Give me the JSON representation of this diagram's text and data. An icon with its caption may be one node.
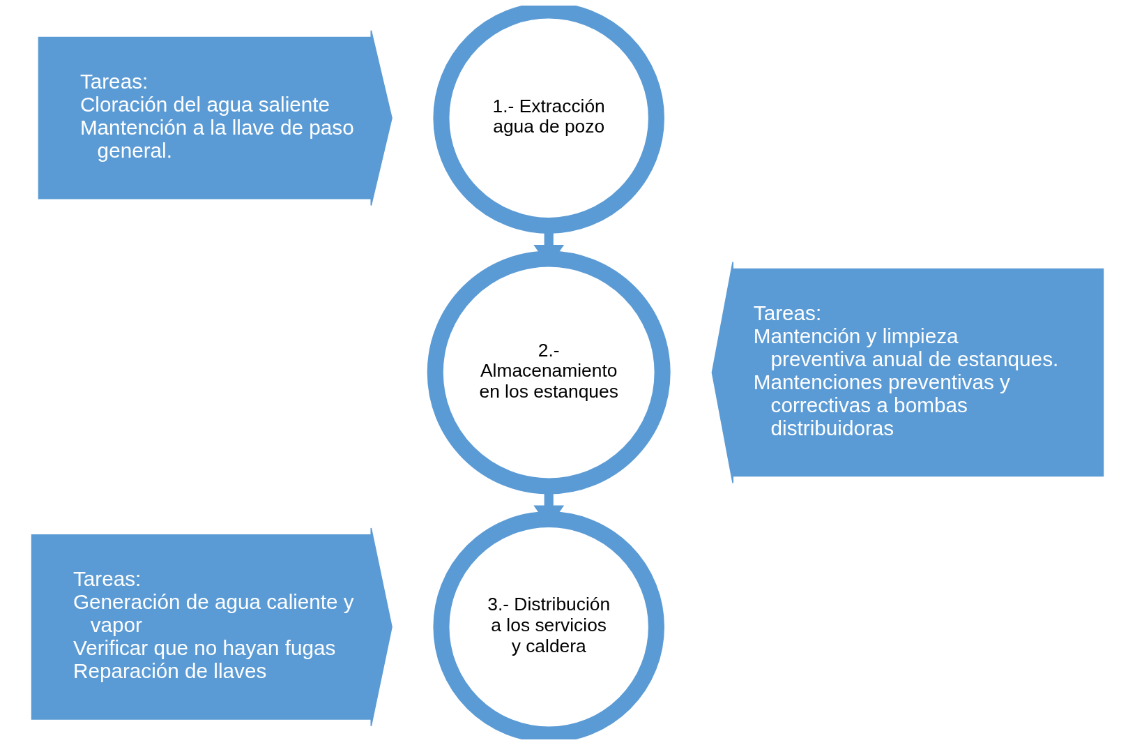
{
  "diagram": {
    "nodes": [
      {
        "text": [
          "1.- Extracción agua de pozo"
        ]
      },
      {
        "text": [
          "2.- Almacenamiento en los estanques"
        ]
      },
      {
        "text": [
          "3.- Distribución a los servicios y caldera"
        ]
      },
      {
        "text": [
          "Tareas:",
          "Cloración del agua saliente",
          "Mantención a la llave de paso general."
        ]
      },
      {
        "text": [
          "Tareas:",
          "Mantención y limpieza preventiva anual de estanques.",
          "Mantenciones preventivas y correctivas a bombas distribuidoras"
        ]
      },
      {
        "text": [
          "Tareas:",
          "Generación de agua caliente y vapor",
          "Verificar que no hayan fugas",
          "Reparación de llaves"
        ]
      }
    ],
    "edges": [
      {
        "from": 0,
        "to": 1,
        "arrow": "to"
      },
      {
        "from": 1,
        "to": 2,
        "arrow": "to"
      }
    ]
  }
}
